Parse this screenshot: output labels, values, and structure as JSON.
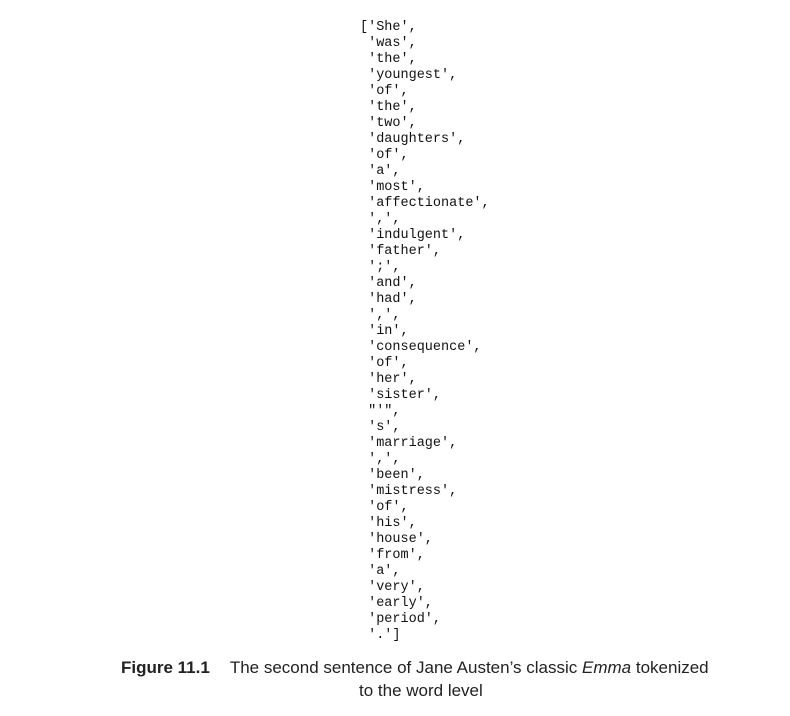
{
  "code_listing": {
    "lines": [
      "['She',",
      " 'was',",
      " 'the',",
      " 'youngest',",
      " 'of',",
      " 'the',",
      " 'two',",
      " 'daughters',",
      " 'of',",
      " 'a',",
      " 'most',",
      " 'affectionate',",
      " ',',",
      " 'indulgent',",
      " 'father',",
      " ';',",
      " 'and',",
      " 'had',",
      " ',',",
      " 'in',",
      " 'consequence',",
      " 'of',",
      " 'her',",
      " 'sister',",
      " \"'\",",
      " 's',",
      " 'marriage',",
      " ',',",
      " 'been',",
      " 'mistress',",
      " 'of',",
      " 'his',",
      " 'house',",
      " 'from',",
      " 'a',",
      " 'very',",
      " 'early',",
      " 'period',",
      " '.']"
    ]
  },
  "caption": {
    "label": "Figure 11.1",
    "text_before": "The second sentence of Jane Austen’s classic ",
    "emphasis": "Emma",
    "text_after": " tokenized",
    "line2": "to the word level"
  }
}
